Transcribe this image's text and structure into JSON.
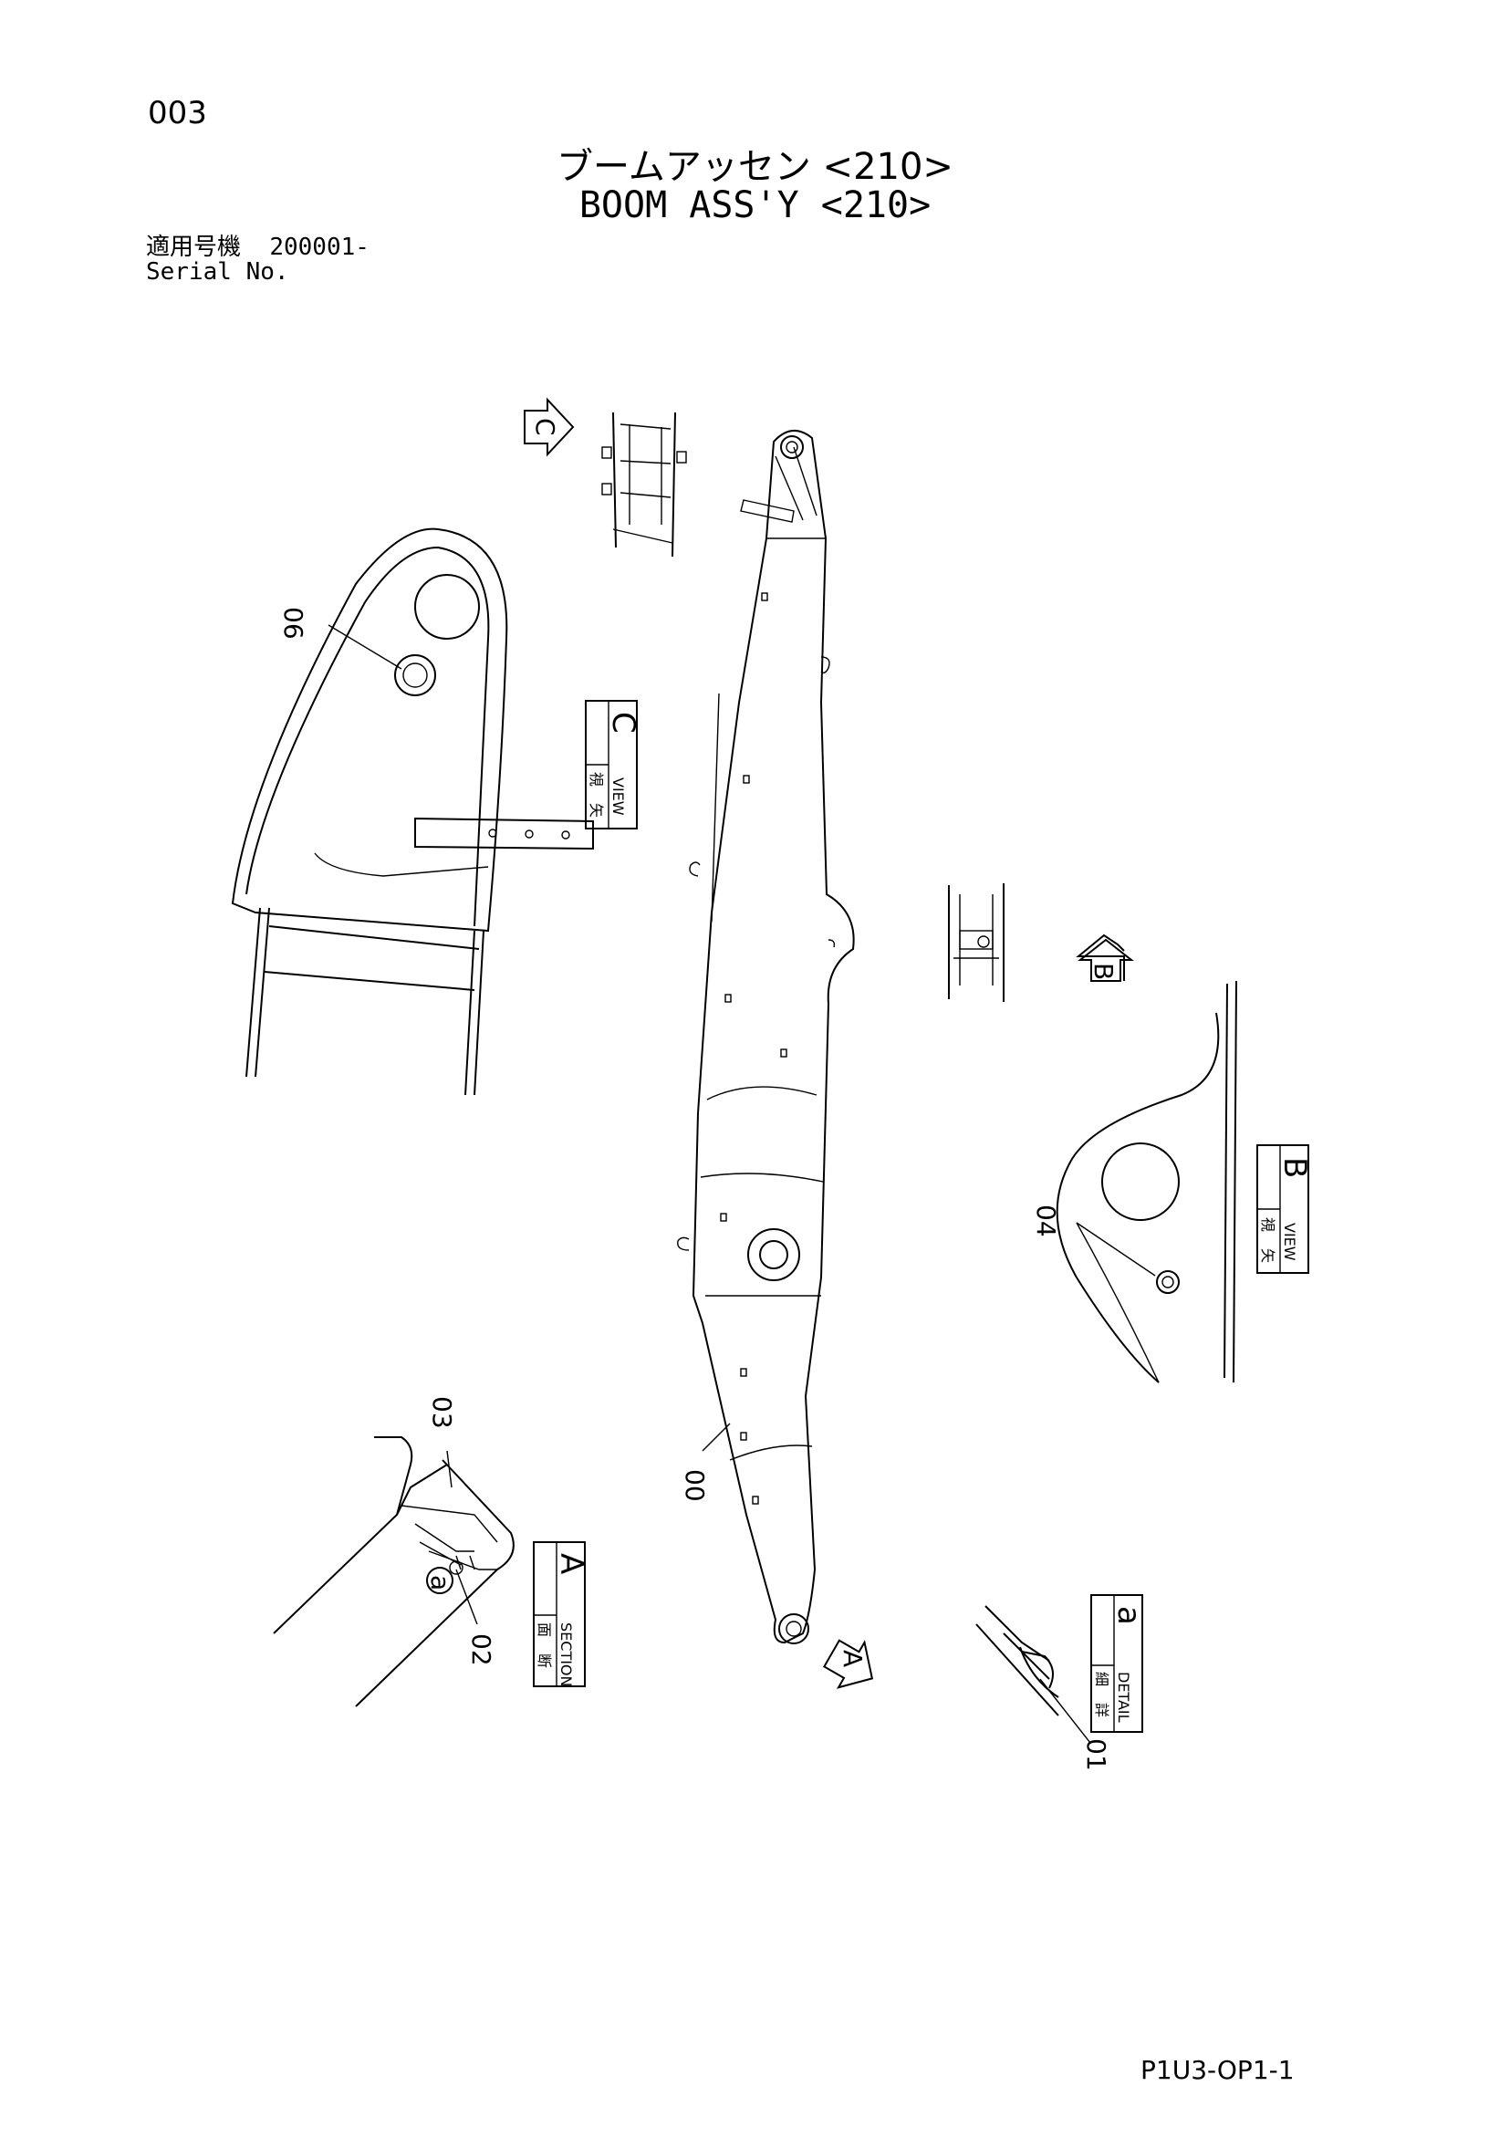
{
  "header": {
    "page_number": "003",
    "title_jp": "ブームアッセン <210>",
    "title_en": "BOOM ASS'Y <210>",
    "serial_label_jp": "適用号機",
    "serial_value": "200001-",
    "serial_label_en": "Serial No."
  },
  "footer": {
    "doc_code": "P1U3-OP1-1"
  },
  "diagram": {
    "parts": [
      "06",
      "04",
      "03",
      "02",
      "00",
      "01"
    ],
    "view_arrows": [
      "C",
      "B",
      "A"
    ],
    "detail_labels": [
      "a",
      "a"
    ],
    "boxes": {
      "view_c": {
        "jp1": "矢",
        "jp2": "視",
        "en": "VIEW",
        "letter": "C"
      },
      "view_b": {
        "jp1": "矢",
        "jp2": "視",
        "en": "VIEW",
        "letter": "B"
      },
      "section_a": {
        "jp1": "断",
        "jp2": "面",
        "en": "SECTION",
        "letter": "A"
      },
      "detail_a": {
        "jp1": "詳",
        "jp2": "細",
        "en": "DETAIL",
        "letter": "a"
      }
    }
  }
}
